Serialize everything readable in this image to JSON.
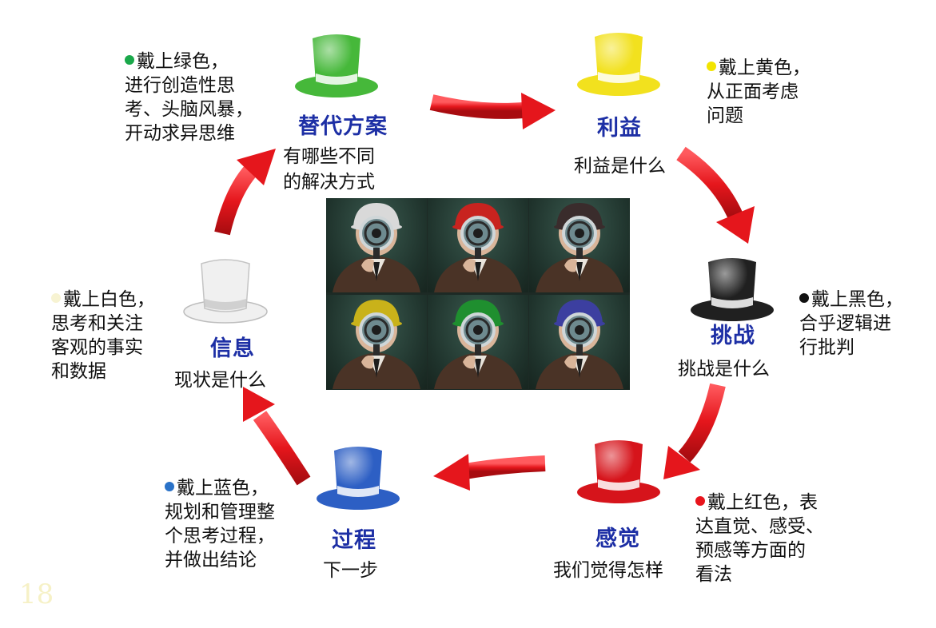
{
  "nodes": {
    "green": {
      "title": "替代方案",
      "caption": [
        "有哪些不同",
        "的解决方式"
      ],
      "desc": [
        "戴上绿色，",
        "进行创造性思",
        "考、头脑风暴，",
        "开动求异思维"
      ],
      "color": "#46b83a",
      "dot": "#1aa84a"
    },
    "yellow": {
      "title": "利益",
      "caption": [
        "利益是什么"
      ],
      "desc": [
        "戴上黄色，",
        "从正面考虑",
        "问题"
      ],
      "color": "#f2e11e",
      "dot": "#f2e400"
    },
    "black": {
      "title": "挑战",
      "caption": [
        "挑战是什么"
      ],
      "desc": [
        "戴上黑色，",
        "合乎逻辑进",
        "行批判"
      ],
      "color": "#202020",
      "dot": "#111111"
    },
    "red": {
      "title": "感觉",
      "caption": [
        "我们觉得怎样"
      ],
      "desc": [
        "戴上红色，表",
        "达直觉、感受、",
        "预感等方面的",
        "看法"
      ],
      "color": "#d6141b",
      "dot": "#e8141c"
    },
    "blue": {
      "title": "过程",
      "caption": [
        "下一步"
      ],
      "desc": [
        "戴上蓝色，",
        "规划和管理整",
        "个思考过程，",
        "并做出结论"
      ],
      "color": "#2d5fc4",
      "dot": "#2a72c8"
    },
    "white": {
      "title": "信息",
      "caption": [
        "现状是什么"
      ],
      "desc": [
        "戴上白色，",
        "思考和关注",
        "客观的事实",
        "和数据"
      ],
      "color": "#f0f0f0",
      "dot": "#f7f3d2"
    }
  },
  "photo_hats": [
    "#d9d9d9",
    "#c8231f",
    "#3a2c2c",
    "#c9b21a",
    "#1f8f2f",
    "#3c3fa0"
  ],
  "arrow_color": "#e5161c",
  "watermark": "18"
}
